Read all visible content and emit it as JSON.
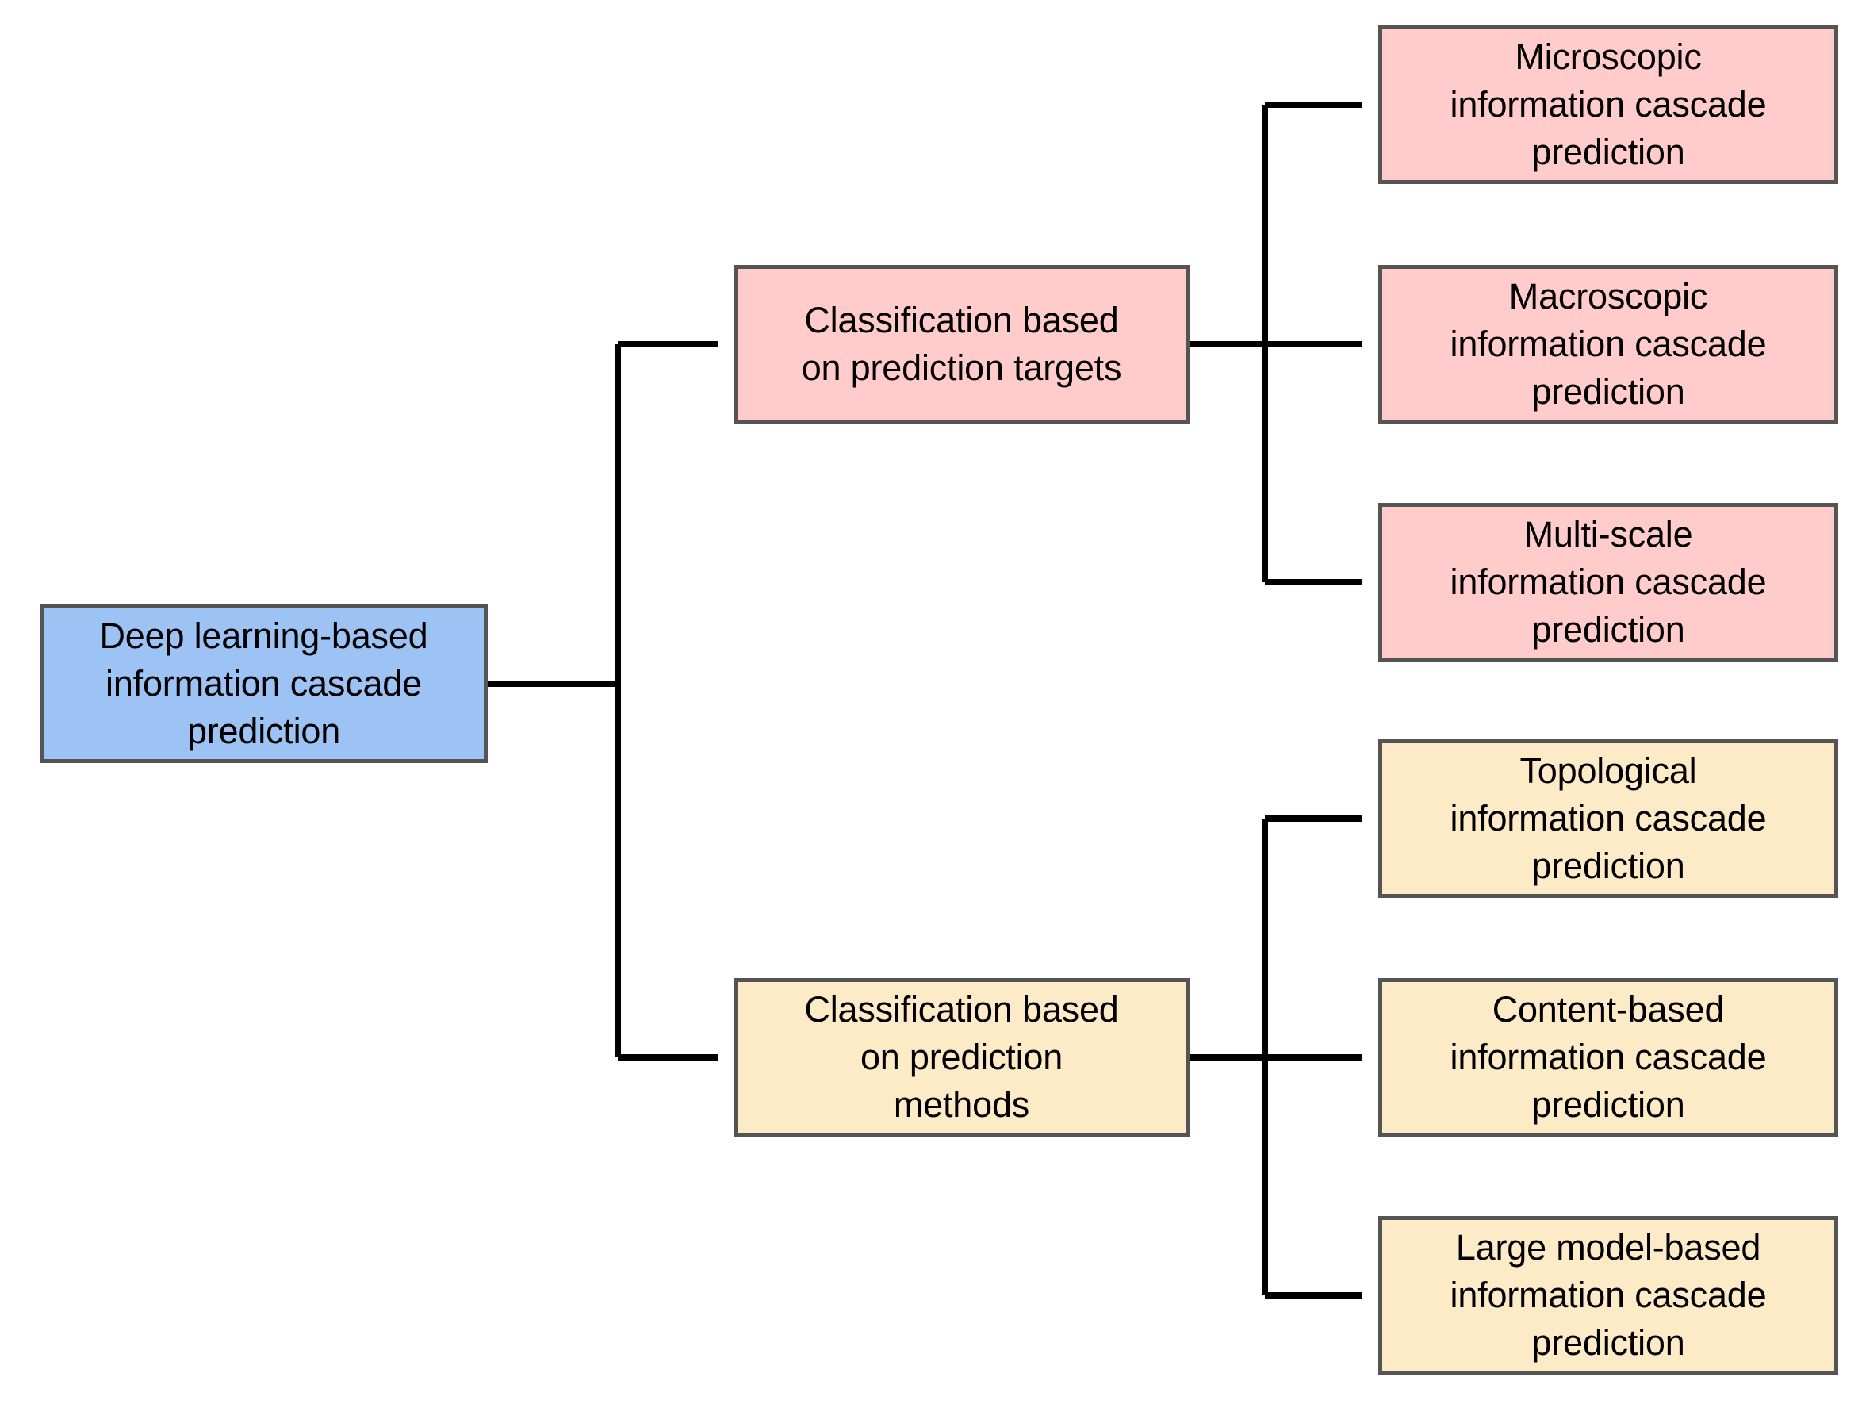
{
  "diagram": {
    "type": "hierarchy-tree",
    "orientation": "left-to-right",
    "title": "Deep learning-based information cascade prediction taxonomy",
    "colors": {
      "root_fill": "#9CC3F4",
      "level2_targets_fill": "#FFCBCB",
      "level2_methods_fill": "#FCEBC6",
      "leaf_targets_fill": "#FFCBCB",
      "leaf_methods_fill": "#FCEBC6",
      "border": "#545454",
      "connector": "#000000",
      "text": "#000000",
      "background": "#FFFFFF"
    }
  },
  "nodes": {
    "root": {
      "label": "Deep learning-based\ninformation cascade\nprediction",
      "level": 1
    },
    "level2": [
      {
        "id": "classification-prediction-targets",
        "label": "Classification based\non prediction targets",
        "level": 2
      },
      {
        "id": "classification-prediction-methods",
        "label": "Classification based\non prediction\nmethods",
        "level": 2
      }
    ],
    "targets_children": [
      {
        "id": "microscopic",
        "label": "Microscopic\ninformation cascade\nprediction",
        "level": 3
      },
      {
        "id": "macroscopic",
        "label": "Macroscopic\ninformation cascade\nprediction",
        "level": 3
      },
      {
        "id": "multi-scale",
        "label": "Multi-scale\ninformation cascade\nprediction",
        "level": 3
      }
    ],
    "methods_children": [
      {
        "id": "topological",
        "label": "Topological\ninformation cascade\nprediction",
        "level": 3
      },
      {
        "id": "content-based",
        "label": "Content-based\ninformation cascade\nprediction",
        "level": 3
      },
      {
        "id": "large-model-based",
        "label": "Large model-based\ninformation cascade\nprediction",
        "level": 3
      }
    ]
  }
}
